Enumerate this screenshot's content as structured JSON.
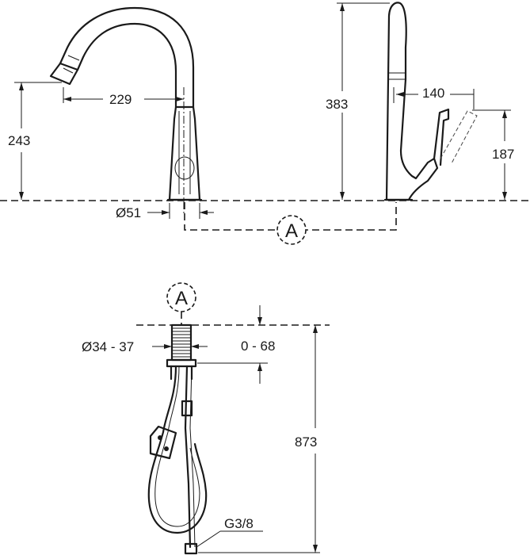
{
  "dimensions": {
    "spout_height": "243",
    "spout_reach": "229",
    "total_height": "383",
    "lever_reach": "140",
    "lever_height": "187",
    "base_diameter": "Ø51",
    "hole_diameter": "Ø34 - 37",
    "counter_thickness": "0 - 68",
    "hose_length": "873",
    "connection_thread": "G3/8"
  },
  "callouts": {
    "detail_marker_top": "A",
    "detail_marker_bottom": "A"
  }
}
